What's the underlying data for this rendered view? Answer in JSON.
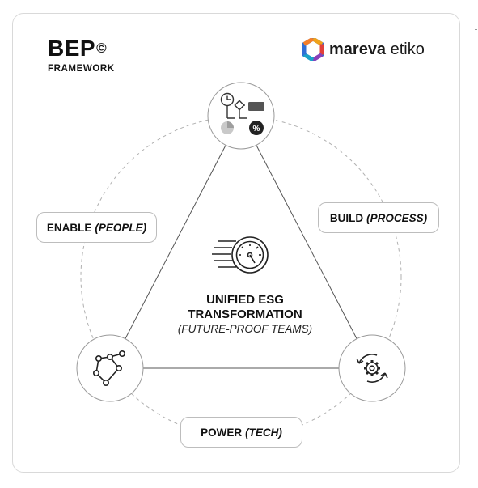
{
  "header": {
    "title": "BEP",
    "title_mark": "©",
    "subtitle": "FRAMEWORK"
  },
  "logo": {
    "word_bold": "mareva",
    "word_light": "etiko",
    "colors": [
      "#2f6fd6",
      "#f0a21a",
      "#e2403a",
      "#8a3fb8",
      "#1aa3c8",
      "#f57f2a"
    ]
  },
  "nodes": {
    "top": {
      "icon": "process-flow-icon"
    },
    "left": {
      "icon": "network-graph-icon"
    },
    "right": {
      "icon": "gear-cycle-icon"
    },
    "center": {
      "icon": "speedometer-icon"
    }
  },
  "labels": {
    "enable": {
      "main": "ENABLE",
      "sub": "(PEOPLE)"
    },
    "build": {
      "main": "BUILD",
      "sub": "(PROCESS)"
    },
    "power": {
      "main": "POWER",
      "sub": "(TECH)"
    }
  },
  "center": {
    "line1": "UNIFIED ESG",
    "line2": "TRANSFORMATION",
    "sub": "(FUTURE-PROOF TEAMS)"
  },
  "colors": {
    "stroke": "#333333",
    "dash": "#b0b0b0",
    "border": "#d9d9d9"
  }
}
